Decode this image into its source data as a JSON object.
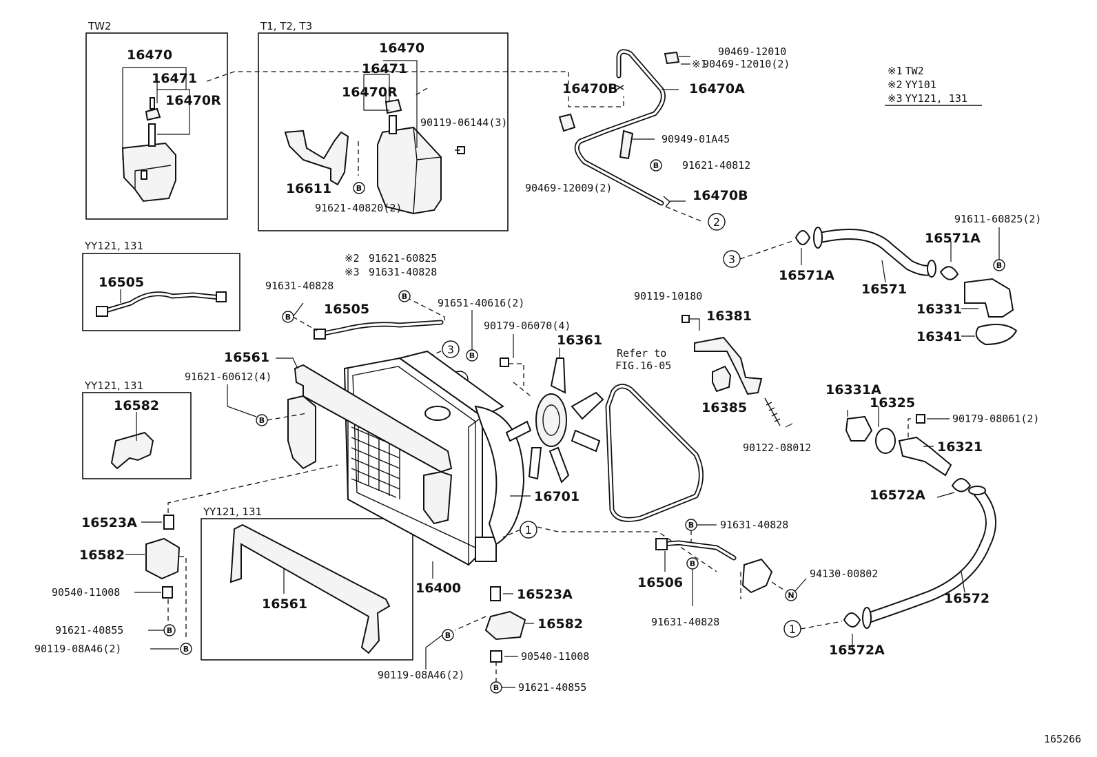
{
  "group_labels": {
    "tw2": "TW2",
    "t123": "T1, T2, T3",
    "yy_pipe": "YY121, 131",
    "yy_bracket": "YY121, 131",
    "yy_shroud": "YY121, 131"
  },
  "legend": [
    {
      "mark": "※1",
      "text": "TW2"
    },
    {
      "mark": "※2",
      "text": "YY101"
    },
    {
      "mark": "※3",
      "text": "YY121, 131"
    }
  ],
  "refer_note": {
    "line1": "Refer to",
    "line2": "FIG.16-05"
  },
  "figure_number": "165266",
  "circled_refs": [
    "1",
    "2",
    "3"
  ],
  "bolt_badge": "B",
  "nut_badge": "N",
  "labels": {
    "tw2_16470": "16470",
    "tw2_16471": "16471",
    "tw2_16470R": "16470R",
    "t_16470": "16470",
    "t_16471": "16471",
    "t_16470R": "16470R",
    "p_90119_06144": "90119-06144(3)",
    "p_16611": "16611",
    "p_91621_40820": "91621-40820(2)",
    "p_90469_12010": "90469-12010",
    "p_90469_12010_2": "90469-12010(2)",
    "p_16470B_top": "16470B",
    "p_16470A": "16470A",
    "p_90949_01A45": "90949-01A45",
    "p_91621_40812": "91621-40812",
    "p_90469_12009": "90469-12009(2)",
    "p_16470B_bot": "16470B",
    "yy_16505": "16505",
    "p_91621_60825": "91621-60825",
    "p_91631_40828_b": "91631-40828",
    "p_91631_40828_a": "91631-40828",
    "p_16505": "16505",
    "p_91651_40616": "91651-40616(2)",
    "p_90179_06070": "90179-06070(4)",
    "p_16361": "16361",
    "p_16561_top": "16561",
    "p_91621_60612": "91621-60612(4)",
    "yy_16582": "16582",
    "p_16701": "16701",
    "p_16523A_left": "16523A",
    "p_16582_left": "16582",
    "p_90540_left": "90540-11008",
    "p_91621_40855_left": "91621-40855",
    "p_90119_08A46_left": "90119-08A46(2)",
    "p_16561_yy": "16561",
    "p_16400": "16400",
    "p_16523A_mid": "16523A",
    "p_16582_mid": "16582",
    "p_90540_mid": "90540-11008",
    "p_90119_08A46_mid": "90119-08A46(2)",
    "p_91621_40855_mid": "91621-40855",
    "p_90119_10180": "90119-10180",
    "p_16381": "16381",
    "p_16385": "16385",
    "p_90122_08012": "90122-08012",
    "p_91631_40828_r1": "91631-40828",
    "p_16506": "16506",
    "p_91631_40828_r2": "91631-40828",
    "p_94130_00802": "94130-00802",
    "p_91611_60825": "91611-60825(2)",
    "p_16571A_r": "16571A",
    "p_16571A_l": "16571A",
    "p_16571": "16571",
    "p_16331": "16331",
    "p_16341": "16341",
    "p_16331A": "16331A",
    "p_16325": "16325",
    "p_90179_08061": "90179-08061(2)",
    "p_16321": "16321",
    "p_16572A_top": "16572A",
    "p_16572": "16572",
    "p_16572A_bot": "16572A"
  }
}
